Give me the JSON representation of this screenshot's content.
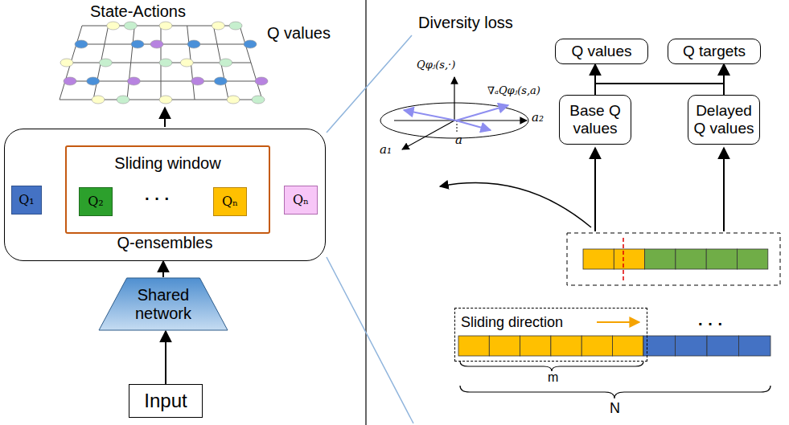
{
  "diagram": {
    "nodes": [
      {
        "text": [
          "Q-ensembles"
        ]
      },
      {
        "text": [
          "Sliding window"
        ],
        "in": 0
      },
      {
        "text": [
          "Q₁"
        ],
        "in": 0
      },
      {
        "text": [
          "Q₂"
        ],
        "in": 1
      },
      {
        "text": [
          "Qₙ"
        ],
        "in": 1
      },
      {
        "text": [
          "Qₙ"
        ],
        "in": 0
      },
      {
        "text": [
          "Shared network"
        ]
      },
      {
        "text": [
          "Input"
        ]
      },
      {
        "text": [
          "Q values"
        ]
      },
      {
        "text": [
          "Q targets"
        ]
      },
      {
        "text": [
          "Base Q values"
        ]
      },
      {
        "text": [
          "Delayed Q values"
        ]
      },
      {
        "text": [
          "Sliding direction"
        ]
      }
    ],
    "edges": [
      {
        "from": 7,
        "to": 6,
        "arrow": "to"
      },
      {
        "from": 6,
        "to": 0,
        "arrow": "to"
      },
      {
        "from": 10,
        "to": 8,
        "arrow": "to"
      },
      {
        "from": 11,
        "to": 9,
        "arrow": "to"
      },
      {
        "from": 10,
        "to": 9,
        "arrow": "to"
      }
    ],
    "labels": [
      "State-Actions",
      "Q values",
      "· · ·",
      "Diversity loss",
      "Qφⱼ(s,·)",
      "∇ₐQφⱼ(s,a)",
      "a₁",
      "a₂",
      "a",
      "· · ·",
      "m",
      "N"
    ]
  }
}
